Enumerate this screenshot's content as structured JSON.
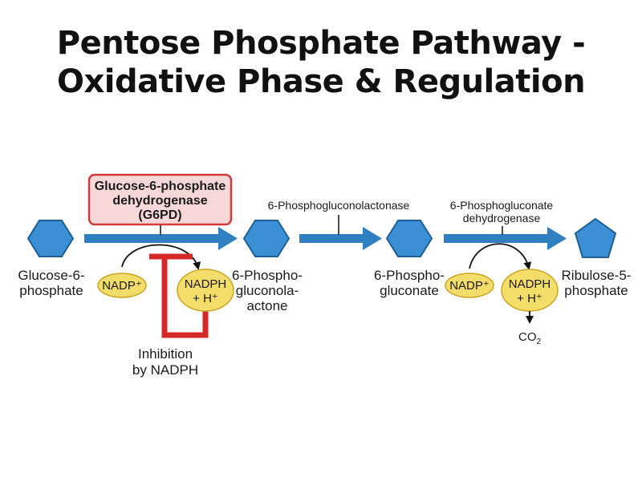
{
  "title": {
    "line1": "Pentose Phosphate Pathway -",
    "line2": "Oxidative Phase & Regulation"
  },
  "molecules": {
    "glucose_6_phosphate": [
      "Glucose-6-",
      "phosphate"
    ],
    "phosphogluconolactone": [
      "6-Phospho-",
      "gluconola-",
      "actone"
    ],
    "phosphogluconate": [
      "6-Phospho-",
      "gluconate"
    ],
    "ribulose_5_phosphate": [
      "Ribulose-5-",
      "phosphate"
    ]
  },
  "enzymes": {
    "g6pd": [
      "Glucose-6-phosphate",
      "dehydrogenase",
      "(G6PD)"
    ],
    "lactonase": "6-Phosphogluconolactonase",
    "pgd": [
      "6-Phosphogluconate",
      "dehydrogenase"
    ]
  },
  "cofactors": {
    "nadp_1": "NADP⁺",
    "nadph_1": [
      "NADPH",
      "+ H⁺"
    ],
    "nadp_2": "NADP⁺",
    "nadph_2": [
      "NADPH",
      "+ H⁺"
    ],
    "co2": "CO",
    "co2_sub": "2"
  },
  "regulation": {
    "label": [
      "Inhibition",
      "by NADPH"
    ]
  },
  "colors": {
    "hexagon_fill": "#3b8fd4",
    "hexagon_stroke": "#1f5f94",
    "arrow": "#2f7fc1",
    "cofactor_fill": "#f5dd6a",
    "cofactor_stroke": "#c9a624",
    "g6pd_box_fill": "#f8d7d8",
    "g6pd_box_stroke": "#d43a3a",
    "inhibition": "#d62828"
  }
}
